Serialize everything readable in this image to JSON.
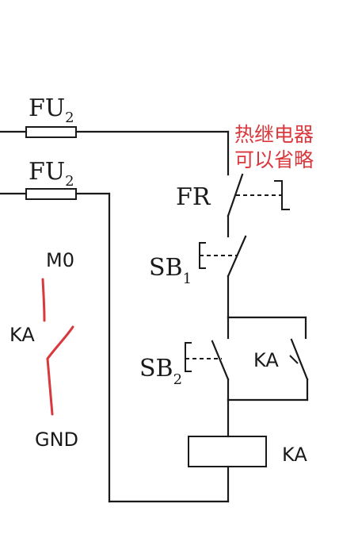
{
  "labels": {
    "fu_top": "FU",
    "fu_top_sub": "2",
    "fu_bottom": "FU",
    "fu_bottom_sub": "2",
    "fr": "FR",
    "sb1": "SB",
    "sb1_sub": "1",
    "sb2": "SB",
    "sb2_sub": "2",
    "ka_hold": "KA",
    "ka_coil": "KA",
    "m0": "M0",
    "ka_left": "KA",
    "gnd": "GND"
  },
  "note": {
    "line1": "热继电器",
    "line2": "可以省略",
    "color": "#d9383c"
  },
  "colors": {
    "ink": "#1a1a1a",
    "annotation": "#d9383c"
  }
}
